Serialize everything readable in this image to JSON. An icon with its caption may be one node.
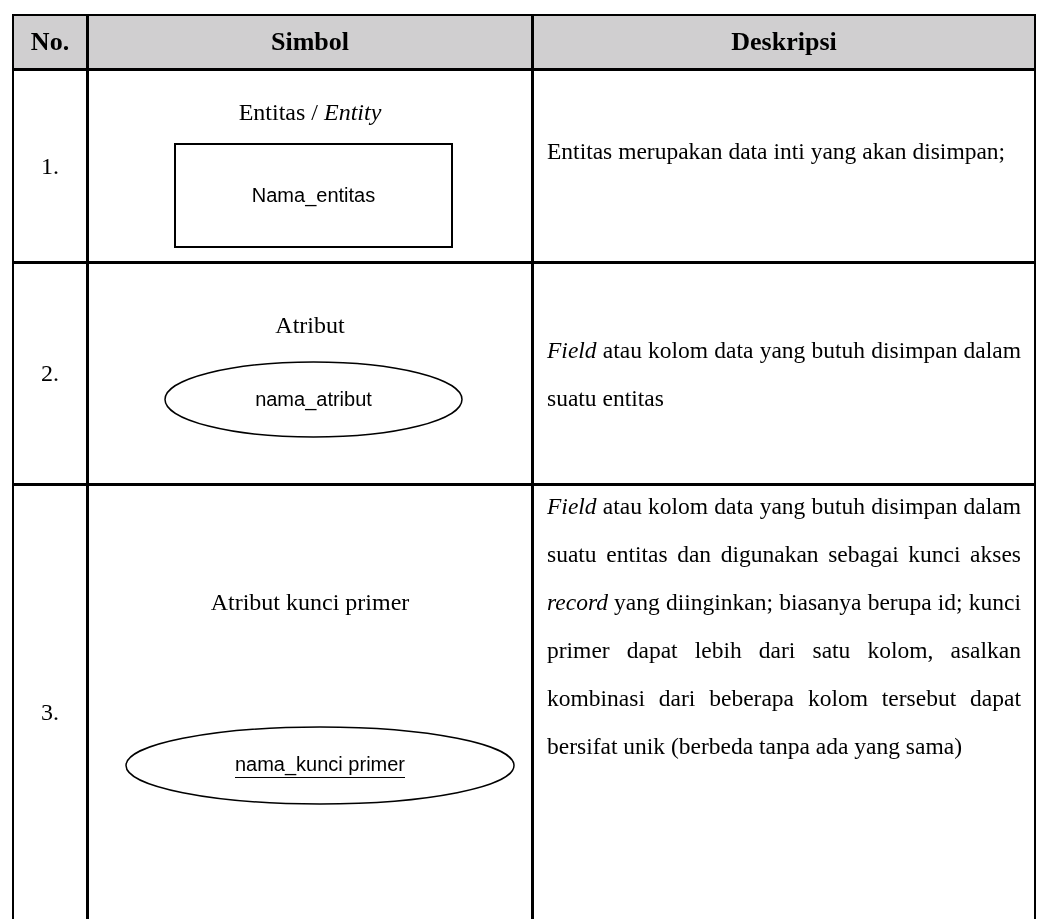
{
  "diagram": {
    "nodes": [
      {
        "text": [
          "Nama_entitas"
        ]
      },
      {
        "text": [
          "nama_atribut"
        ]
      },
      {
        "text": [
          "nama_kunci primer"
        ]
      }
    ],
    "labels": [
      "No.",
      "Simbol",
      "Deskripsi",
      "1.",
      "Entitas / *Entity*",
      "Entitas merupakan data inti yang akan disimpan;",
      "2.",
      "Atribut",
      "*Field* atau kolom data yang butuh disimpan dalam suatu entitas",
      "3.",
      "Atribut kunci primer",
      "*Field* atau kolom data yang butuh disimpan dalam suatu entitas dan digunakan sebagai kunci akses *record* yang diinginkan; biasanya berupa id; kunci primer dapat lebih dari satu kolom, asalkan kombinasi dari beberapa kolom tersebut dapat bersifat unik (berbeda tanpa ada yang sama)"
    ]
  }
}
